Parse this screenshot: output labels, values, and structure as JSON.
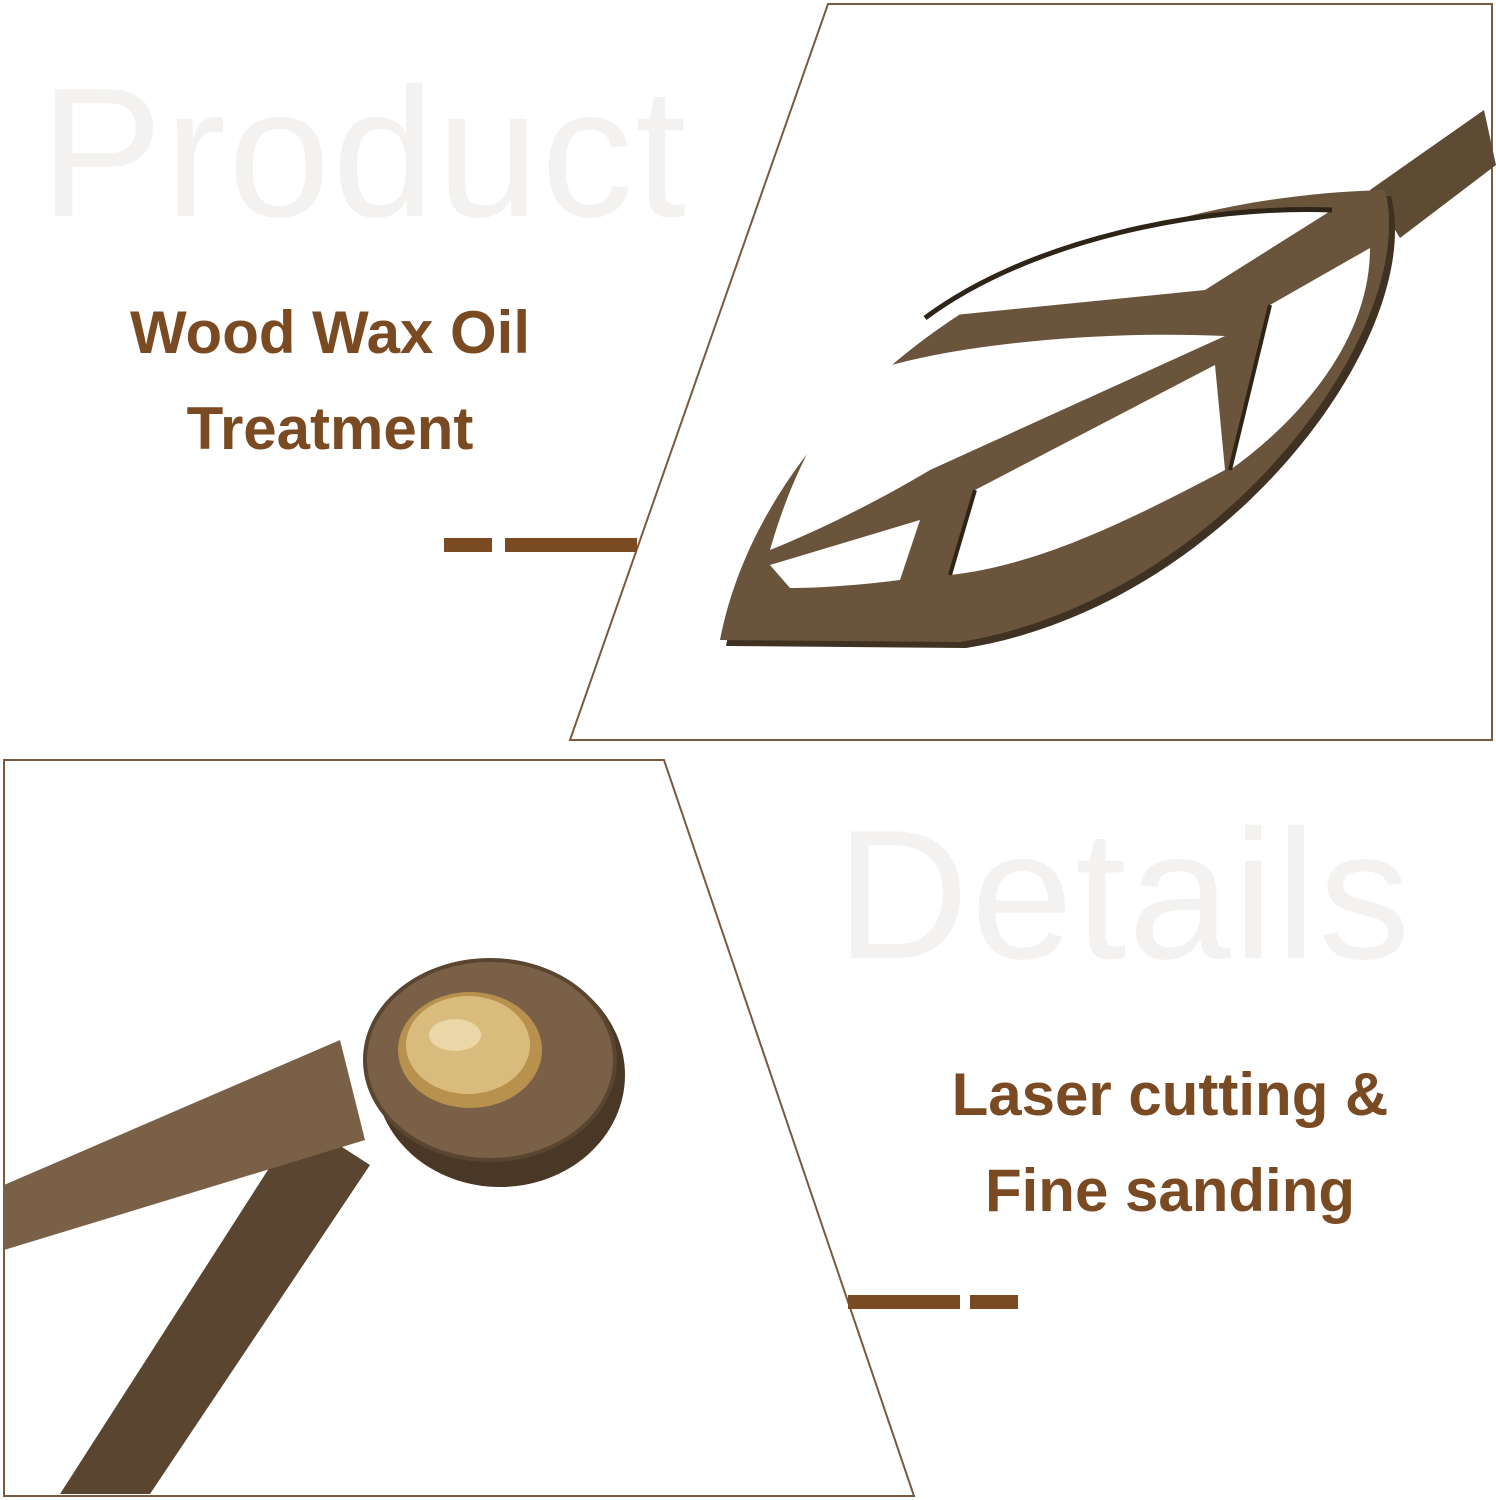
{
  "watermarks": {
    "top": "Product",
    "bottom": "Details"
  },
  "captions": {
    "top": {
      "line1": "Wood Wax Oil",
      "line2": "Treatment"
    },
    "bottom": {
      "line1": "Laser cutting &",
      "line2": "Fine sanding"
    }
  },
  "colors": {
    "accent": "#7a4a22",
    "wood": "#5e4b34",
    "wood_light": "#7a6046",
    "brass": "#c9a867",
    "frame": "#7a5a3e",
    "watermark": "#f3f2f0"
  }
}
